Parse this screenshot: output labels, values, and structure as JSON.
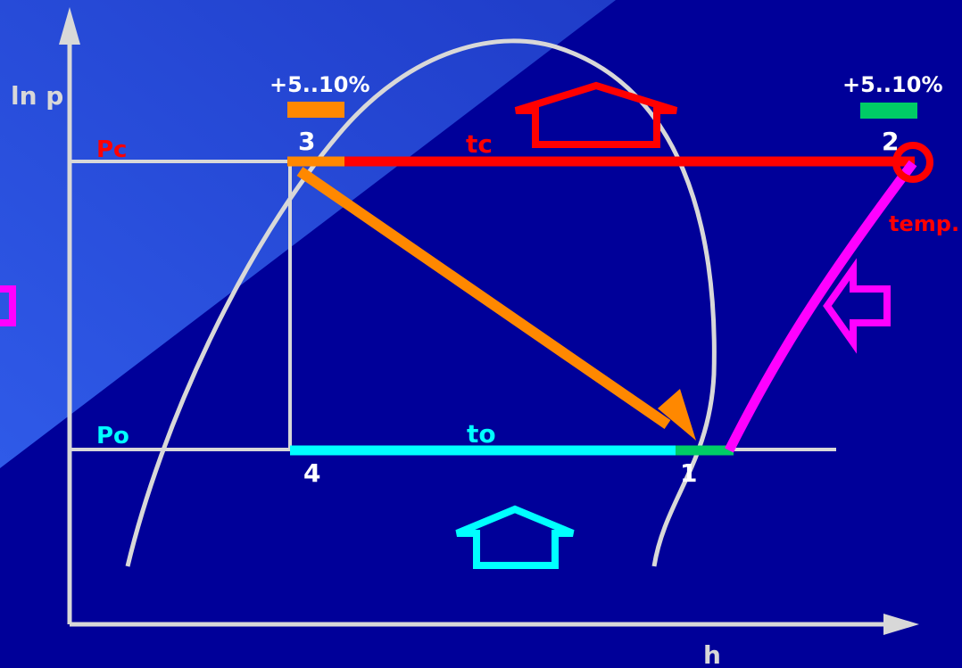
{
  "axes": {
    "y_label": "ln p",
    "x_label": "h"
  },
  "labels": {
    "pc": "Pc",
    "p0": "Po",
    "tc": "tc",
    "t0": "to",
    "point_1": "1",
    "point_2": "2",
    "point_3": "3",
    "point_4": "4",
    "margin_left": "+5..10%",
    "margin_right": "+5..10%",
    "temp": "temp."
  },
  "colors": {
    "background": "#000099",
    "corner_wedge": "#2a4fd8",
    "line": "#d8d8d8",
    "condenser": "#ff0000",
    "evaporator": "#00ffff",
    "compression": "#ff00ff",
    "expansion": "#ff8800",
    "superheat": "#00cc66"
  },
  "icons": {
    "condenser_arrow": "up-arrow-outline-icon",
    "evaporator_arrow": "up-arrow-outline-icon",
    "compressor_arrow": "left-arrow-outline-icon",
    "edge_arrow": "left-arrow-outline-icon",
    "hot_spot": "circle-marker-icon"
  }
}
